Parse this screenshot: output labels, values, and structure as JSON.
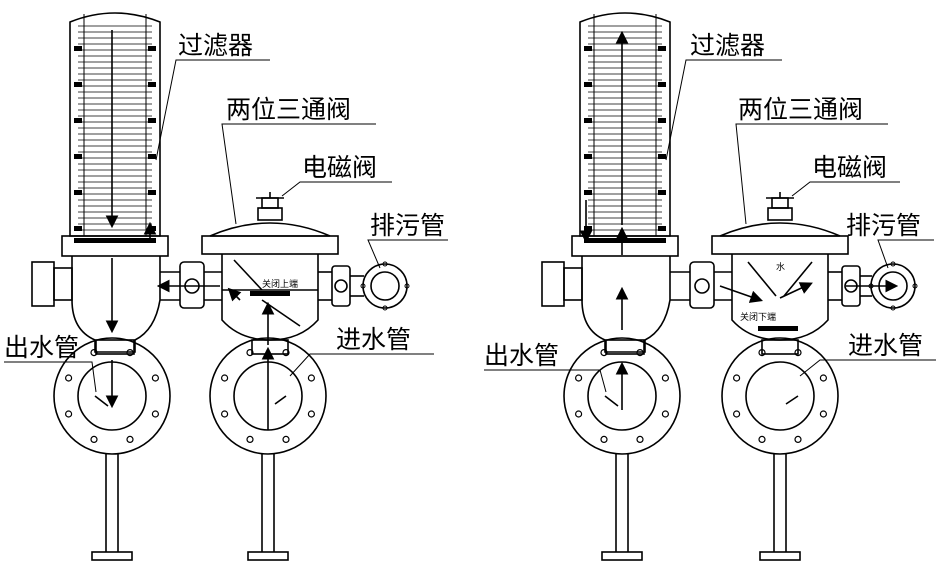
{
  "left": {
    "labels": {
      "filter": "过滤器",
      "three_way_valve": "两位三通阀",
      "solenoid_valve": "电磁阀",
      "drain_pipe": "排污管",
      "outlet_pipe": "出水管",
      "inlet_pipe": "进水管"
    },
    "valve_note": "关闭上端"
  },
  "right": {
    "labels": {
      "filter": "过滤器",
      "three_way_valve": "两位三通阀",
      "solenoid_valve": "电磁阀",
      "drain_pipe": "排污管",
      "outlet_pipe": "出水管",
      "inlet_pipe": "进水管"
    },
    "valve_note": "关闭下端",
    "valve_mark": "水"
  },
  "colors": {
    "line": "#000000",
    "background": "#ffffff"
  }
}
